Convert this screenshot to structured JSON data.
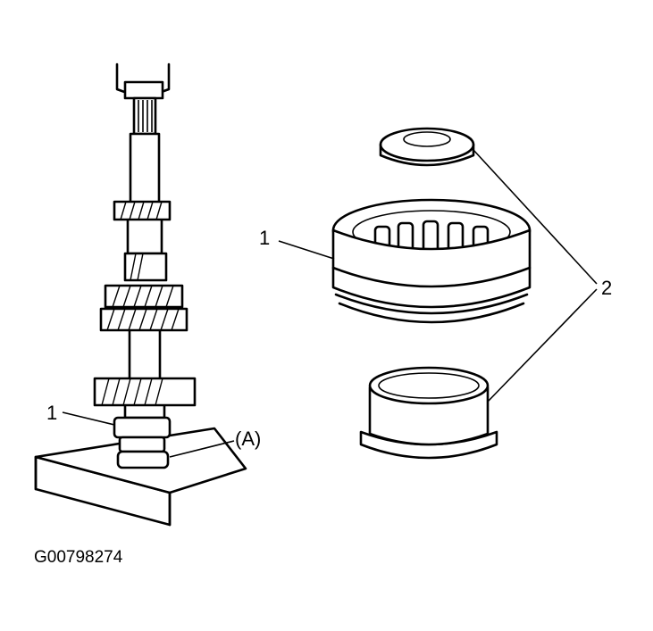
{
  "labels": {
    "shaft_bearing_number": "1",
    "press_label": "(A)",
    "bearing_number": "1",
    "parts_number": "2",
    "figure_code": "G00798274"
  }
}
